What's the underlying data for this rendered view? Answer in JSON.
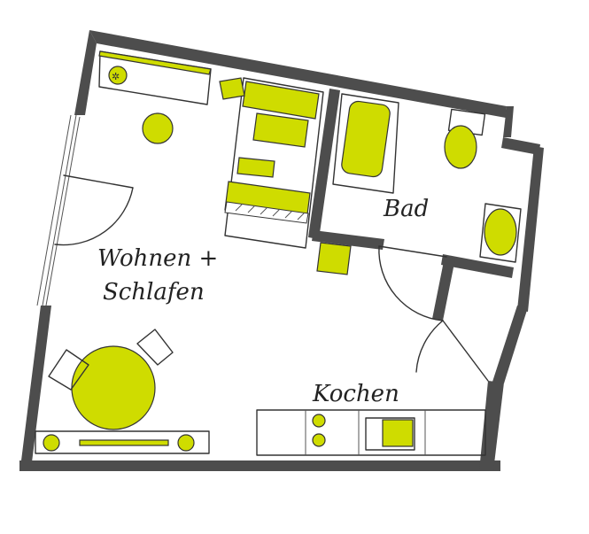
{
  "rooms": {
    "living_line1": "Wohnen +",
    "living_line2": "Schlafen",
    "bath": "Bad",
    "kitchen": "Kochen"
  },
  "colors": {
    "accent": "#cfdc00",
    "wall": "#4d4d4d",
    "outline": "#333333"
  }
}
